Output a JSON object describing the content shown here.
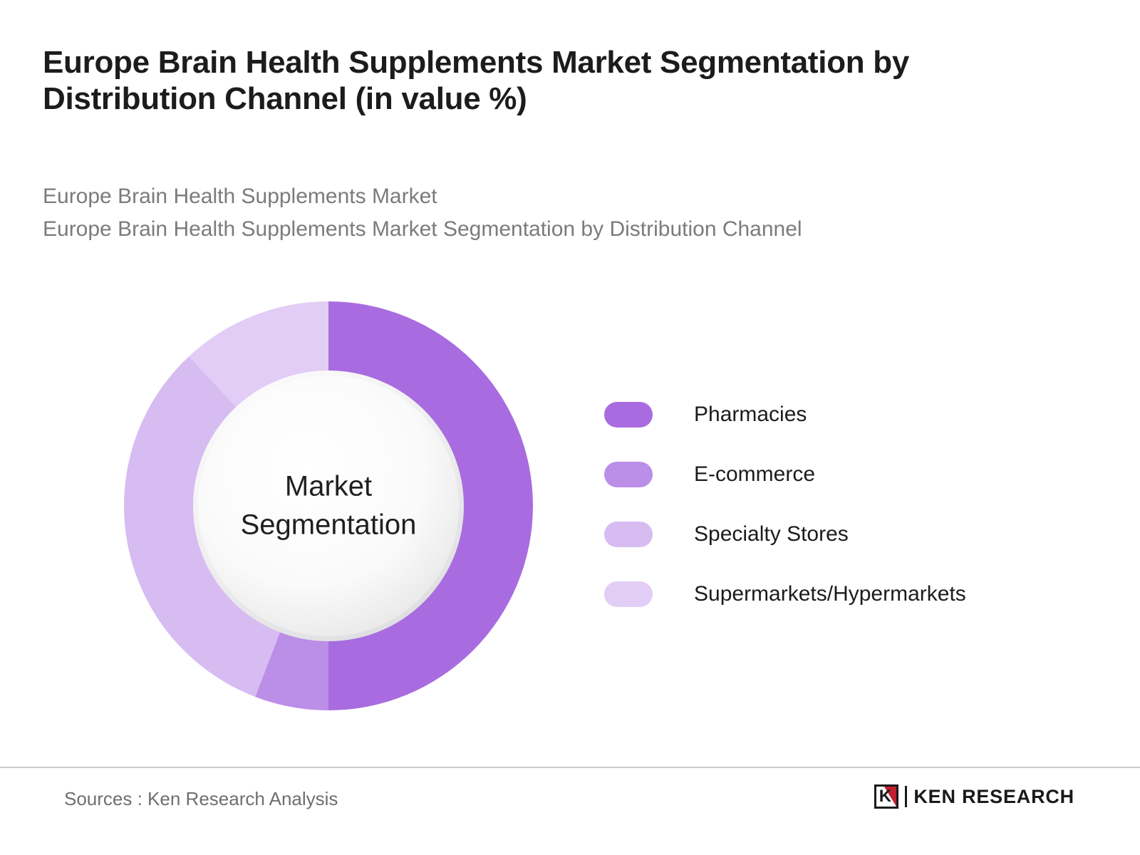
{
  "header": {
    "title": "Europe Brain Health Supplements Market Segmentation by Distribution Channel (in value %)",
    "subtitle_line1": "Europe Brain Health Supplements Market",
    "subtitle_line2": "Europe Brain Health Supplements Market Segmentation by Distribution Channel"
  },
  "donut": {
    "center_label_line1": "Market",
    "center_label_line2": "Segmentation"
  },
  "legend": {
    "items": [
      {
        "label": "Pharmacies",
        "color": "#a86ce0"
      },
      {
        "label": "E-commerce",
        "color": "#bb8ee8"
      },
      {
        "label": "Specialty Stores",
        "color": "#d7bcf2"
      },
      {
        "label": "Supermarkets/Hypermarkets",
        "color": "#e2cdf6"
      }
    ]
  },
  "footer": {
    "sources": "Sources : Ken Research Analysis",
    "logo_mark_letter": "K",
    "logo_text": "KEN RESEARCH"
  },
  "chart_data": {
    "type": "pie",
    "variant": "donut",
    "title": "Europe Brain Health Supplements Market Segmentation by Distribution Channel (in value %)",
    "center_text": "Market Segmentation",
    "unit": "percent of value",
    "start_angle_deg": 0,
    "direction": "clockwise",
    "inner_radius_ratio": 0.645,
    "legend_position": "right",
    "labels_shown_on_slices": false,
    "categories": [
      "Pharmacies",
      "E-commerce",
      "Specialty Stores",
      "Supermarkets/Hypermarkets"
    ],
    "values": [
      50,
      6,
      32,
      12
    ],
    "colors": [
      "#a86ce0",
      "#bb8ee8",
      "#d7bcf2",
      "#e2cdf6"
    ],
    "slices": [
      {
        "name": "Pharmacies",
        "value": 50,
        "color": "#a86ce0",
        "start_deg": 0,
        "end_deg": 180
      },
      {
        "name": "E-commerce",
        "value": 6,
        "color": "#bb8ee8",
        "start_deg": 180,
        "end_deg": 201
      },
      {
        "name": "Specialty Stores",
        "value": 32,
        "color": "#d7bcf2",
        "start_deg": 201,
        "end_deg": 317
      },
      {
        "name": "Supermarkets/Hypermarkets",
        "value": 12,
        "color": "#e2cdf6",
        "start_deg": 317,
        "end_deg": 360
      }
    ]
  }
}
